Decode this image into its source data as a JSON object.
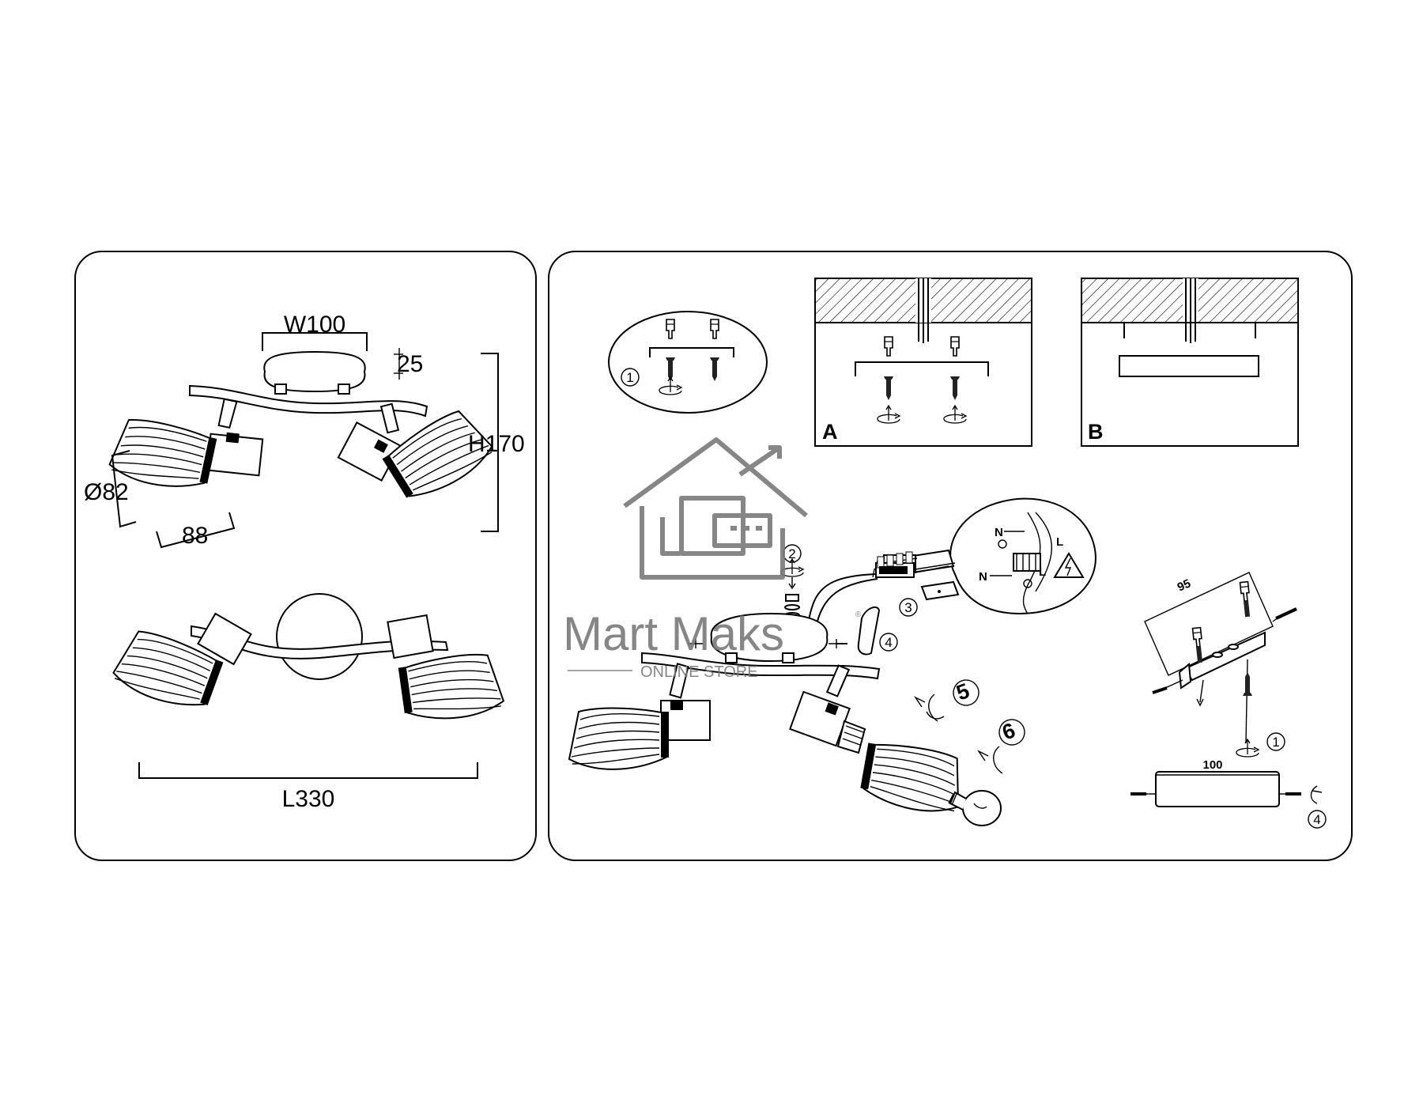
{
  "dimensions": {
    "width": "W100",
    "depth": "25",
    "height": "H170",
    "diameter": "Ø82",
    "shade_length": "88",
    "length": "L330"
  },
  "steps": {
    "s1": "1",
    "s2": "2",
    "s3": "3",
    "s4": "4",
    "s5": "5",
    "s6": "6"
  },
  "mount_options": {
    "a": "A",
    "b": "B"
  },
  "wiring": {
    "neutral": "N",
    "live": "L"
  },
  "bracket": {
    "side_length": "95",
    "width": "100"
  },
  "watermark": {
    "brand": "Mart Maks",
    "tagline": "ONLINE STORE",
    "registered": "®"
  }
}
